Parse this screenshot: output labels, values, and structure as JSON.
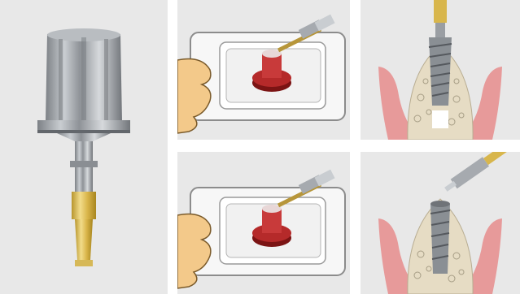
{
  "figure": {
    "panels": [
      {
        "id": "main",
        "subject": "implant-driver"
      },
      {
        "id": "top-left",
        "subject": "implant-package-pickup-step-1"
      },
      {
        "id": "top-right",
        "subject": "implant-insertion-into-bone"
      },
      {
        "id": "bottom-left",
        "subject": "implant-package-pickup-step-2"
      },
      {
        "id": "bottom-right",
        "subject": "driver-removal-after-insertion"
      }
    ],
    "colors": {
      "panel_bg": "#e8e8e8",
      "metal": "#9a9ea3",
      "gold": "#e3c25b",
      "implant_cap": "#b52a2a",
      "gum": "#e79a9a",
      "bone": "#e6dcc4",
      "skin": "#f3c98a"
    }
  }
}
